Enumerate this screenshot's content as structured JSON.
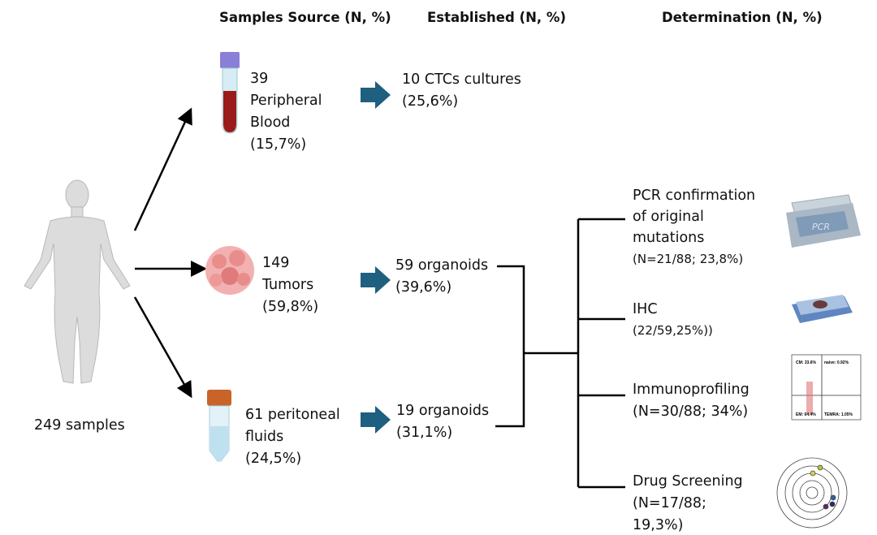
{
  "headers": {
    "source": "Samples Source (N, %)",
    "established": "Established (N, %)",
    "determination": "Determination (N, %)"
  },
  "total": "249 samples",
  "sources": [
    {
      "lines": [
        "39",
        "Peripheral",
        "Blood",
        "(15,7%)"
      ]
    },
    {
      "lines": [
        "149",
        "Tumors",
        "(59,8%)"
      ]
    },
    {
      "lines": [
        "61 peritoneal",
        "fluids",
        "(24,5%)"
      ]
    }
  ],
  "established": [
    {
      "lines": [
        "10 CTCs cultures",
        "(25,6%)"
      ]
    },
    {
      "lines": [
        "59 organoids",
        "(39,6%)"
      ]
    },
    {
      "lines": [
        "19 organoids",
        "(31,1%)"
      ]
    }
  ],
  "determinations": [
    {
      "lines": [
        "PCR confirmation",
        "of original",
        "mutations"
      ],
      "small": "(N=21/88;  23,8%)"
    },
    {
      "lines": [
        "IHC"
      ],
      "small": "(22/59,25%))"
    },
    {
      "lines": [
        "Immunoprofiling",
        "(N=30/88; 34%)"
      ]
    },
    {
      "lines": [
        "Drug Screening",
        "(N=17/88;",
        "19,3%)"
      ]
    }
  ],
  "pcr_label": "PCR",
  "flow": {
    "cm": "CM: 33.6%",
    "naive": "naive: 0.92%",
    "em": "EM: 64.4%",
    "temra": "TEMRA: 1.05%"
  },
  "colors": {
    "arrow": "#1f5f7f",
    "blood": "#9b1b1b",
    "tumor": "#e88c8c",
    "cap_purple": "#8a7fd6",
    "cap_orange": "#c8642a"
  }
}
